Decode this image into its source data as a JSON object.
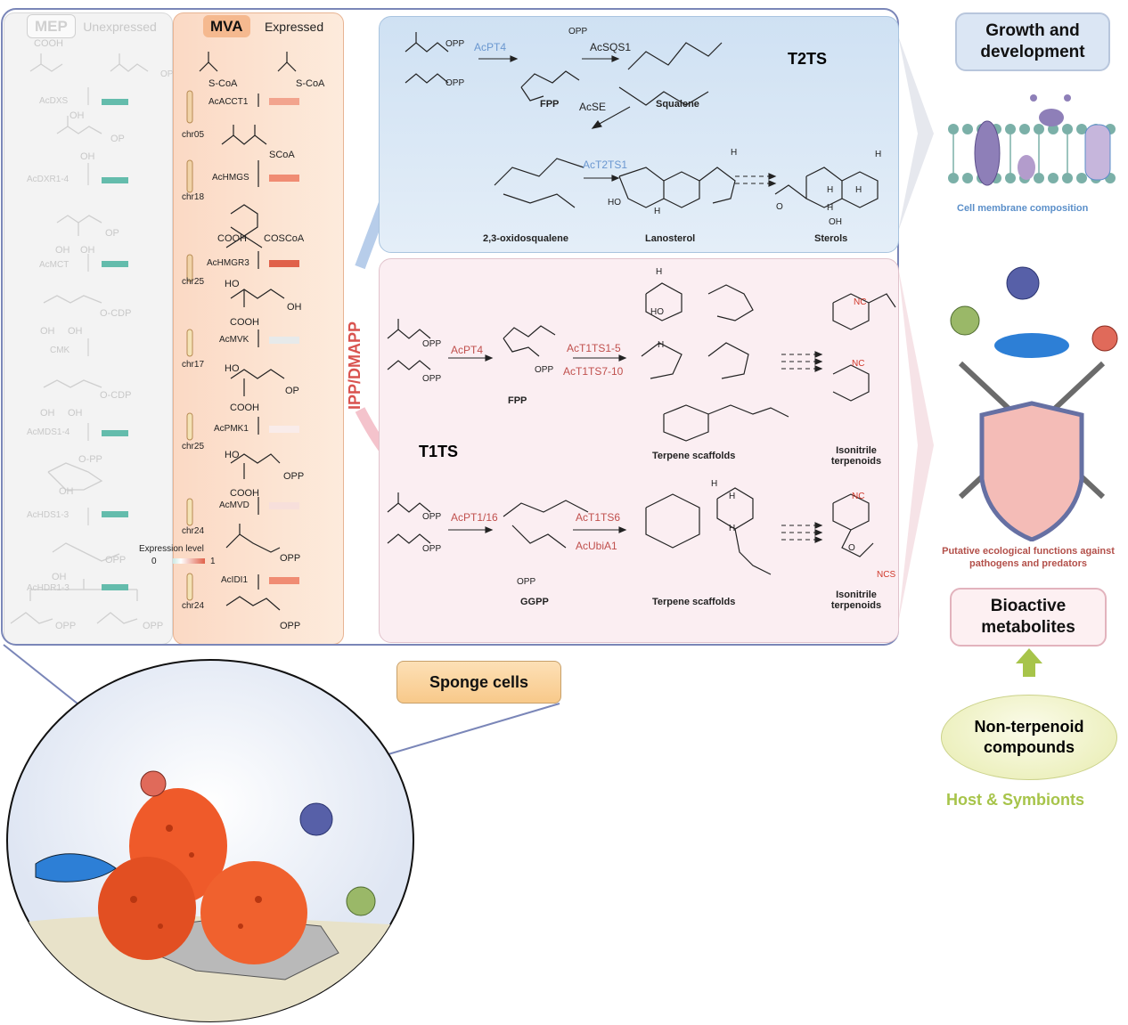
{
  "mep": {
    "title": "MEP",
    "status": "Unexpressed",
    "enzymes": [
      "AcDXS",
      "AcDXR1-4",
      "AcMCT",
      "CMK",
      "AcMDS1-4",
      "AcHDS1-3",
      "AcHDR1-3"
    ],
    "chem_labels": [
      "COOH",
      "OH",
      "OP",
      "OH",
      "OH",
      "OP",
      "OH",
      "OH",
      "O-CDP",
      "OH",
      "OH",
      "OP",
      "O-CDP",
      "OH",
      "OH",
      "O-PP",
      "OH",
      "OH",
      "OPP",
      "OPP",
      "OPP"
    ]
  },
  "mva": {
    "title": "MVA",
    "status": "Expressed",
    "enzymes": [
      "AcACCT1",
      "AcHMGS",
      "AcHMGR3",
      "AcMVK",
      "AcPMK1",
      "AcMVD",
      "AcIDI1"
    ],
    "chromosomes": [
      "chr05",
      "chr18",
      "chr25",
      "chr17",
      "chr25",
      "chr24",
      "chr24"
    ],
    "chem_labels": [
      "S-CoA",
      "S-CoA",
      "SCoA",
      "COOH",
      "COSCoA",
      "HO",
      "COOH",
      "OH",
      "HO",
      "OP",
      "COOH",
      "HO",
      "OPP",
      "COOH",
      "OPP",
      "OPP"
    ],
    "expression_legend": {
      "title": "Expression level",
      "min": "0",
      "max": "1"
    }
  },
  "ipp_label": "IPP/DMAPP",
  "t2ts": {
    "title": "T2TS",
    "enzymes": [
      "AcPT4",
      "AcSQS1",
      "AcSE",
      "AcT2TS1"
    ],
    "compounds": [
      "FPP",
      "Squalene",
      "2,3-oxidosqualene",
      "Lanosterol",
      "Sterols"
    ],
    "chem_labels": [
      "OPP",
      "OPP",
      "OPP",
      "HO",
      "H",
      "H",
      "O",
      "H",
      "H",
      "H",
      "OH",
      "H"
    ]
  },
  "t1ts": {
    "title": "T1TS",
    "row1": {
      "enzyme_a": "AcPT4",
      "enzymes_b": [
        "AcT1TS1-5",
        "AcT1TS7-10"
      ],
      "precursor": "FPP",
      "scaffolds": "Terpene scaffolds",
      "products": "Isonitrile terpenoids",
      "chem_labels": [
        "OPP",
        "OPP",
        "OPP",
        "H",
        "HO",
        "H",
        "NC",
        "NC"
      ]
    },
    "row2": {
      "enzyme_a": "AcPT1/16",
      "enzymes_b": [
        "AcT1TS6",
        "AcUbiA1"
      ],
      "precursor": "GGPP",
      "scaffolds": "Terpene scaffolds",
      "products": "Isonitrile terpenoids",
      "chem_labels": [
        "OPP",
        "OPP",
        "OPP",
        "H",
        "H",
        "H",
        "NC",
        "O",
        "NCS"
      ]
    }
  },
  "right": {
    "growth": "Growth and development",
    "membrane": "Cell membrane composition",
    "ecology": "Putative ecological functions against pathogens and predators",
    "bioactive": "Bioactive metabolites",
    "nonterpenoid": "Non-terpenoid compounds",
    "host": "Host & Symbionts"
  },
  "sponge_cells": "Sponge cells",
  "colors": {
    "mva_bar_high": "#e0614a",
    "mva_bar_low": "#f3d6d0",
    "mep_bar": "#64bcac",
    "enzyme_red": "#c0504d",
    "enzyme_blue": "#6a97d0",
    "host_green": "#a7c44a",
    "membrane_blue": "#5b8fc9",
    "ecology_red": "#b3504a"
  }
}
